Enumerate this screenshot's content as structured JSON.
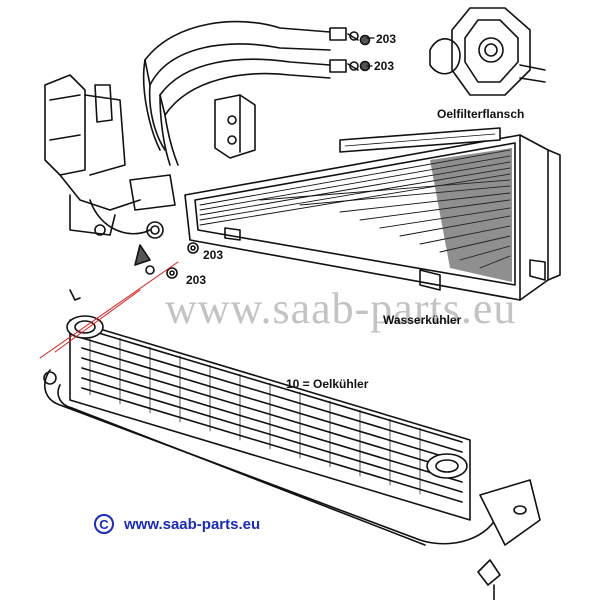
{
  "labels": {
    "part_203_a": "203",
    "part_203_b": "203",
    "part_203_c": "203",
    "part_203_d": "203",
    "oil_filter_flange": "Oelfilterflansch",
    "water_radiator": "Wasserkühler",
    "oil_cooler": "10 = Oelkühler"
  },
  "watermark": "www.saab-parts.eu",
  "copyright": {
    "symbol": "C",
    "url": "www.saab-parts.eu"
  },
  "colors": {
    "ink": "#111111",
    "link_blue": "#1a2bb5",
    "leader_red": "#d02020",
    "watermark_gray": "#b9b9b9"
  }
}
